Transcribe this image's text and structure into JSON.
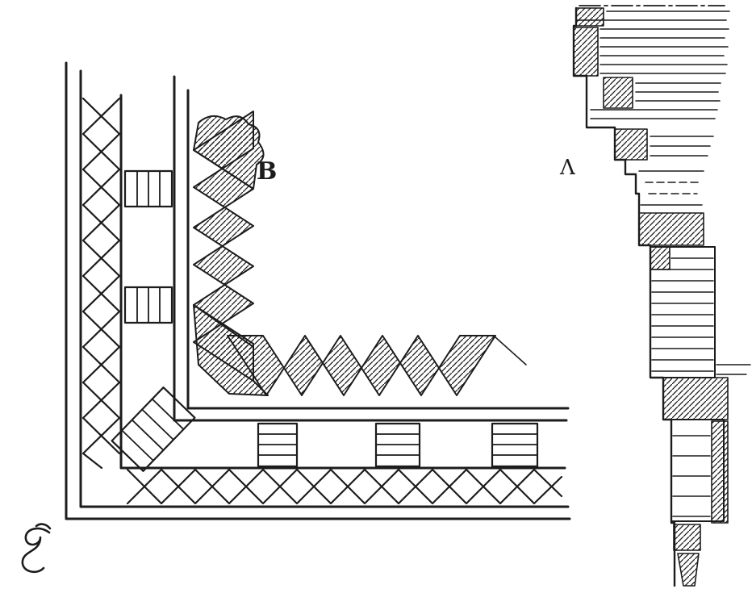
{
  "plate": {
    "description_label": "engraved-architectural-ornament-plate",
    "colors": {
      "paper": "#ffffff",
      "ink": "#1c1c1c"
    },
    "figures": {
      "plan": {
        "label": "B"
      },
      "section": {
        "label": "Λ"
      }
    }
  }
}
